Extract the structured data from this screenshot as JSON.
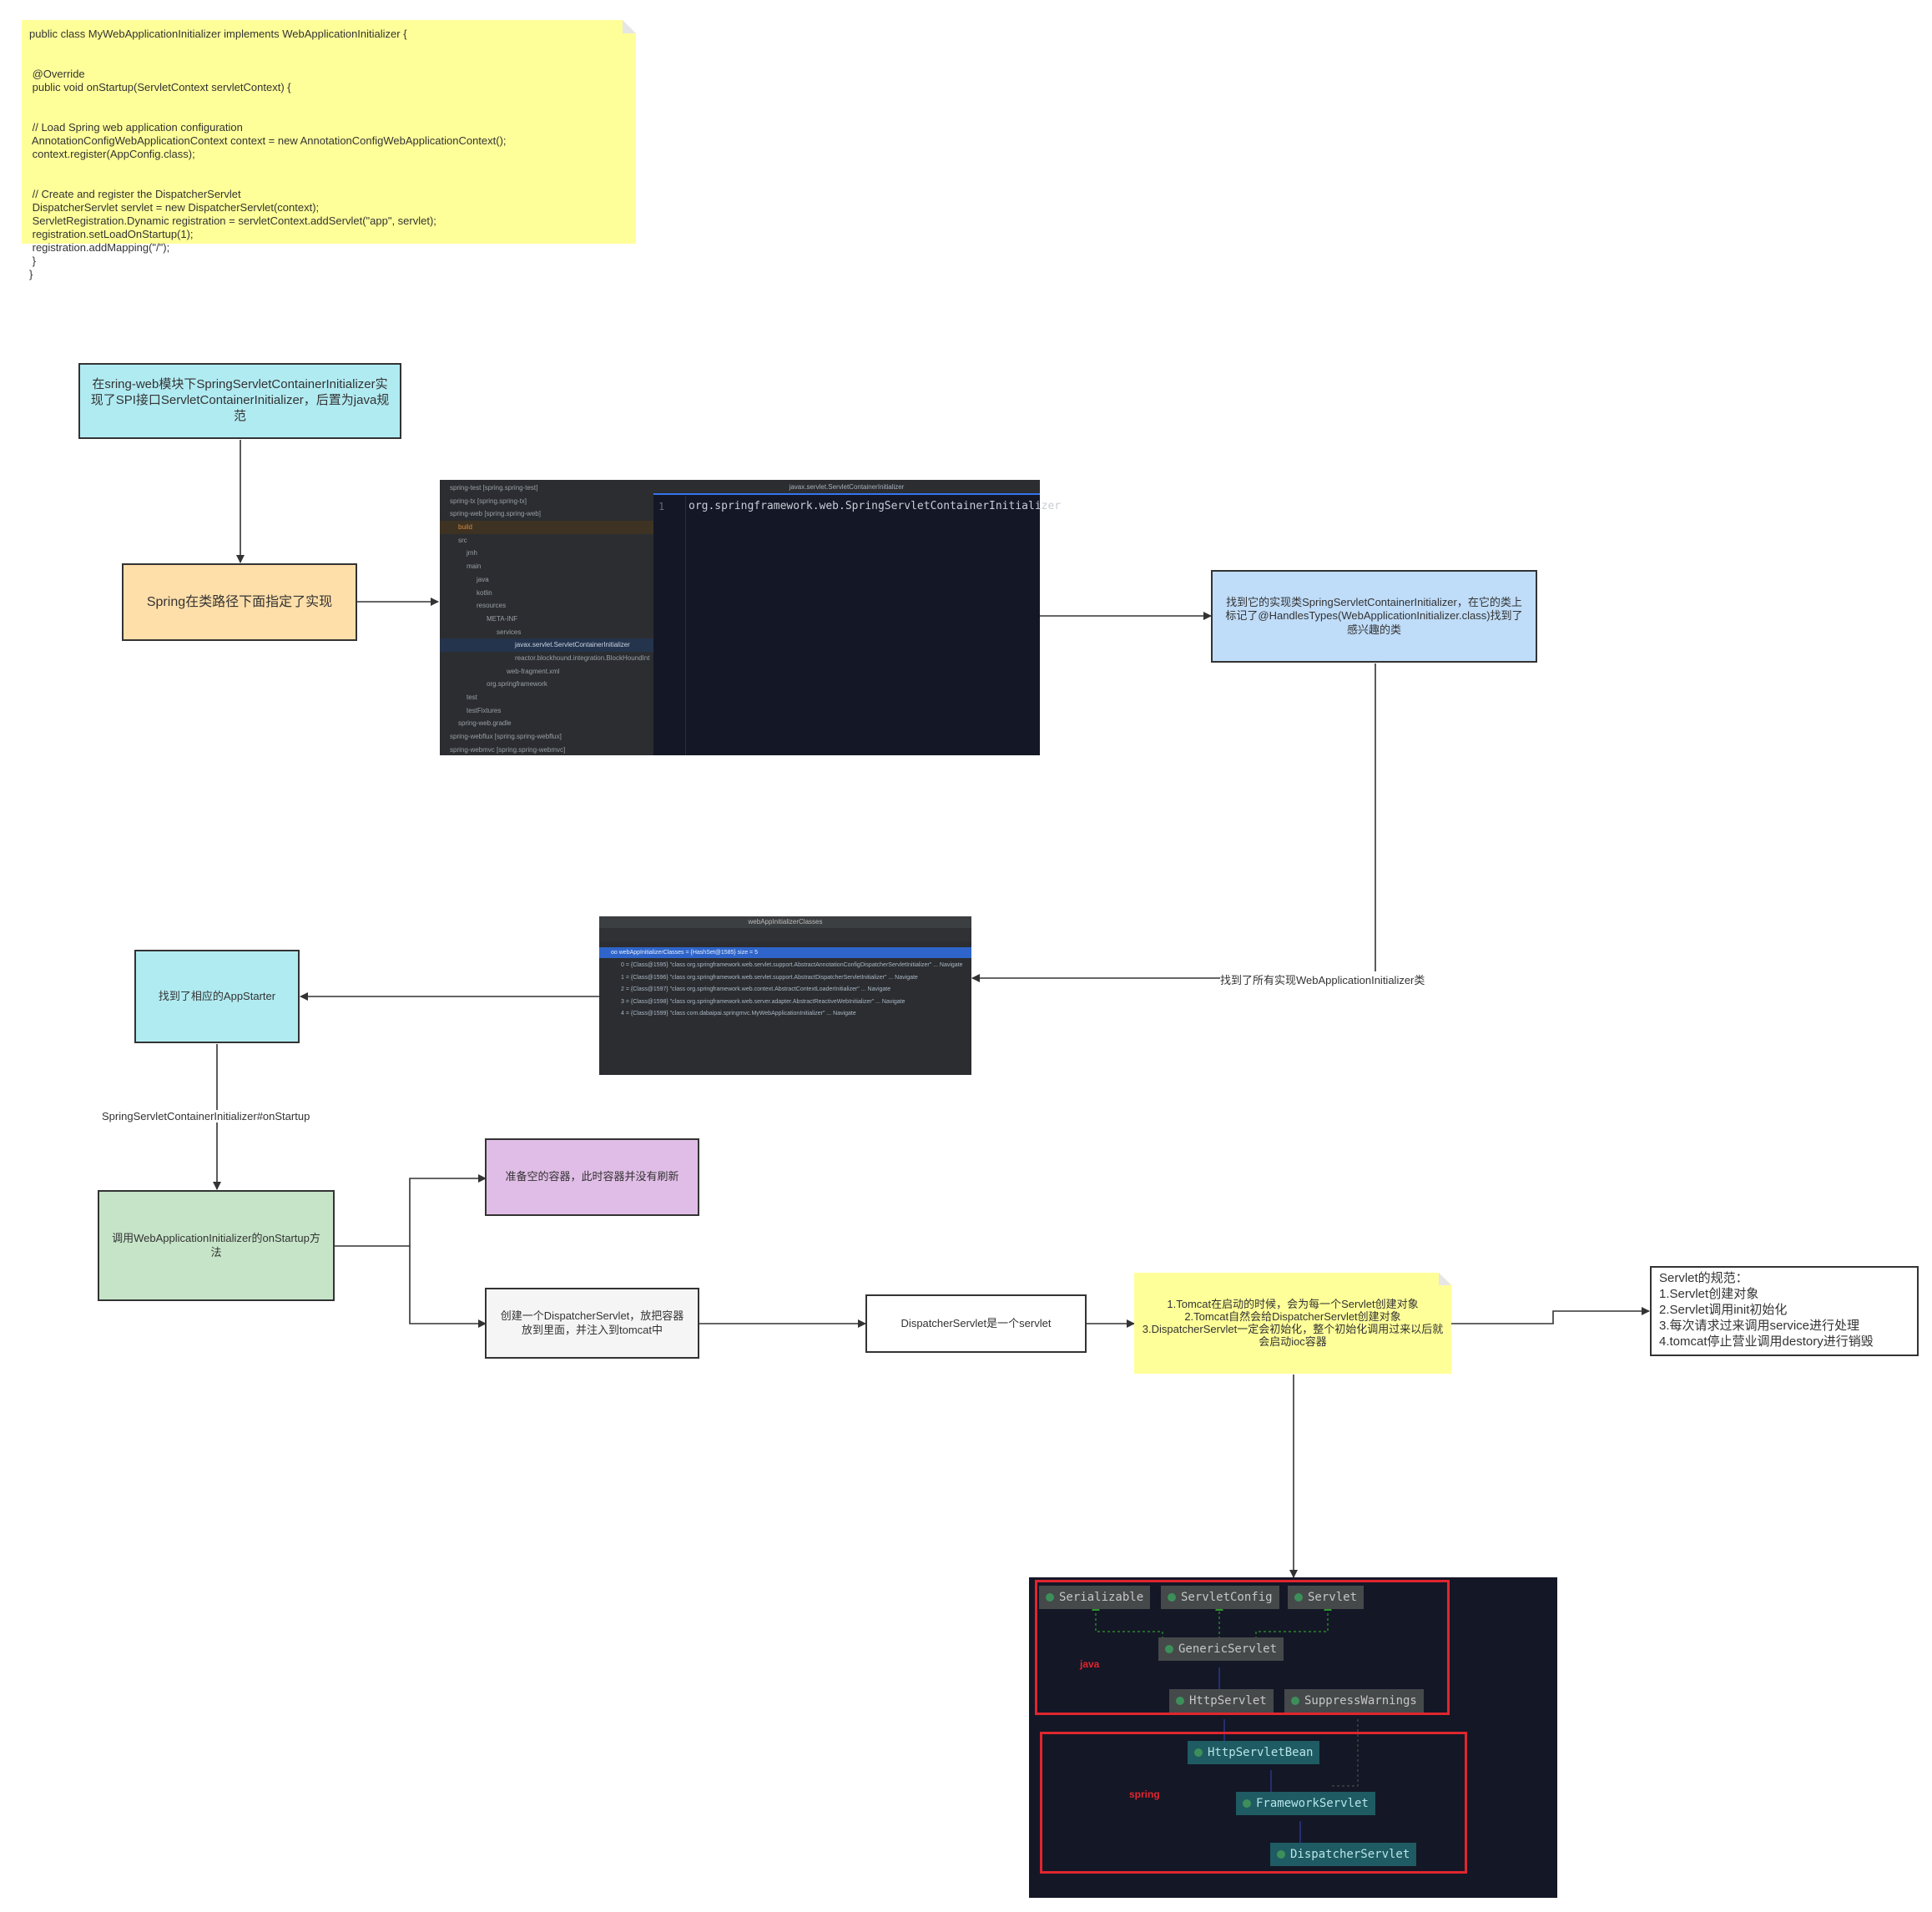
{
  "code_note": {
    "text": "public class MyWebApplicationInitializer implements WebApplicationInitializer {\n\n\n @Override\n public void onStartup(ServletContext servletContext) {\n\n\n // Load Spring web application configuration\n AnnotationConfigWebApplicationContext context = new AnnotationConfigWebApplicationContext();\n context.register(AppConfig.class);\n\n\n // Create and register the DispatcherServlet\n DispatcherServlet servlet = new DispatcherServlet(context);\n ServletRegistration.Dynamic registration = servletContext.addServlet(\"app\", servlet);\n registration.setLoadOnStartup(1);\n registration.addMapping(\"/\");\n }\n}",
    "color": "#ffff99"
  },
  "nodes": {
    "spi": "在sring-web模块下SpringServletContainerInitializer实现了SPI接口ServletContainerInitializer，后置为java规范",
    "classpath": "Spring在类路径下面指定了实现",
    "handles_types": "找到它的实现类SpringServletContainerInitializer，在它的类上标记了@HandlesTypes(WebApplicationInitializer.class)找到了感兴趣的类",
    "app_starter": "找到了相应的AppStarter",
    "call_onstartup": "调用WebApplicationInitializer的onStartup方法",
    "empty_container": "准备空的容器，此时容器并没有刷新",
    "create_dispatcher": "创建一个DispatcherServlet，放把容器放到里面，并注入到tomcat中",
    "dispatcher_is_servlet": "DispatcherServlet是一个servlet",
    "tomcat_note": "1.Tomcat在启动的时候，会为每一个Servlet创建对象\n2.Tomcat自然会给DispatcherServlet创建对象\n3.DispatcherServlet一定会初始化，整个初始化调用过来以后就会启动ioc容器",
    "servlet_spec": "Servlet的规范：\n1.Servlet创建对象\n2.Servlet调用init初始化\n3.每次请求过来调用service进行处理\n4.tomcat停止营业调用destory进行销毁"
  },
  "edge_labels": {
    "found_all": "找到了所有实现WebApplicationInitializer类",
    "onstartup_ref": "SpringServletContainerInitializer#onStartup"
  },
  "ide_screenshot": {
    "tab_title": "javax.servlet.ServletContainerInitializer",
    "line_number": "1",
    "code_line": "org.springframework.web.SpringServletContainerInitializer",
    "tree": [
      "spring-test [spring.spring-test]",
      "spring-tx [spring.spring-tx]",
      "spring-web [spring.spring-web]",
      "build",
      "src",
      "jmh",
      "main",
      "java",
      "kotlin",
      "resources",
      "META-INF",
      "services",
      "javax.servlet.ServletContainerInitializer",
      "reactor.blockhound.integration.BlockHoundInt",
      "web-fragment.xml",
      "org.springframework",
      "test",
      "testFixtures",
      "spring-web.gradle",
      "spring-webflux [spring.spring-webflux]",
      "spring-webmvc [spring.spring-webmvc]"
    ]
  },
  "debug_screenshot": {
    "title": "webAppInitializerClasses",
    "header_row": "oo webAppInitializerClasses = {HashSet@1585} size = 5",
    "rows": [
      "0 = {Class@1595} \"class org.springframework.web.servlet.support.AbstractAnnotationConfigDispatcherServletInitializer\" ... Navigate",
      "1 = {Class@1596} \"class org.springframework.web.servlet.support.AbstractDispatcherServletInitializer\" ... Navigate",
      "2 = {Class@1597} \"class org.springframework.web.context.AbstractContextLoaderInitializer\" ... Navigate",
      "3 = {Class@1598} \"class org.springframework.web.server.adapter.AbstractReactiveWebInitializer\" ... Navigate",
      "4 = {Class@1599} \"class com.dabaipai.springmvc.MyWebApplicationInitializer\" ... Navigate"
    ]
  },
  "uml": {
    "java_label": "java",
    "spring_label": "spring",
    "java_nodes": [
      "Serializable",
      "ServletConfig",
      "Servlet",
      "GenericServlet",
      "HttpServlet",
      "SuppressWarnings"
    ],
    "spring_nodes": [
      "HttpServletBean",
      "FrameworkServlet",
      "DispatcherServlet"
    ]
  },
  "colors": {
    "cyan": "#b1ebf2",
    "orange": "#ffdfa9",
    "blue": "#bfdcf8",
    "green": "#c6e4c8",
    "purple": "#e0bde6",
    "gray": "#f5f5f5",
    "yellow": "#ffff99",
    "highlight_red": "#e0262f"
  }
}
